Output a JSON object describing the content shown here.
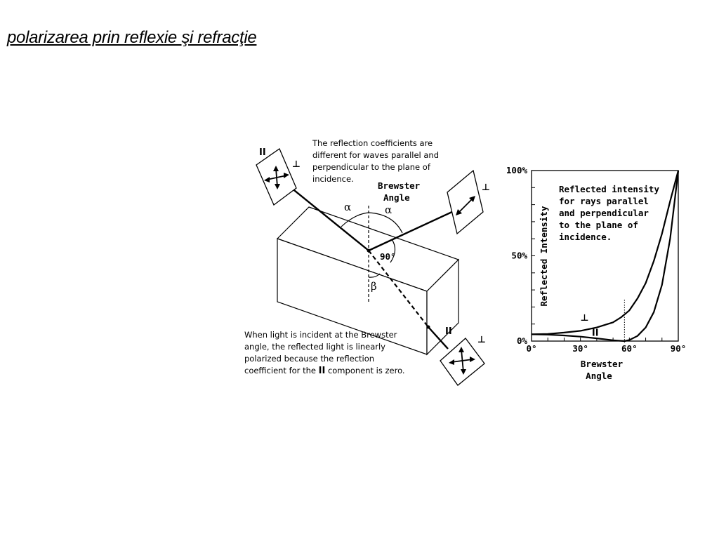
{
  "slide": {
    "title": "polarizarea prin reflexie şi refracţie"
  },
  "diagram": {
    "top_note": [
      "The reflection coefficients are",
      "different for waves parallel and",
      "perpendicular to the plane of",
      "incidence."
    ],
    "bottom_note_line1": "When light is incident at the Brewster",
    "bottom_note_line2": "angle, the reflected light is linearly",
    "bottom_note_line3": "polarized because the reflection",
    "bottom_note_line4a": "coefficient for the ",
    "bottom_note_line4b": "II",
    "bottom_note_line4c": " component is zero.",
    "brewster_label": [
      "Brewster",
      "Angle"
    ],
    "alpha_symbol": "α",
    "beta_symbol": "β",
    "right_angle_label": "90°",
    "parallel_symbol": "II",
    "perpendicular_symbol": "⊥"
  },
  "chart_data": {
    "type": "line",
    "title": "",
    "annotation": [
      "Reflected intensity",
      "for rays parallel",
      "and perpendicular",
      "to the plane of",
      "incidence."
    ],
    "ylabel": "Reflected Intensity",
    "xlabel": "",
    "x_ticks": [
      "0°",
      "30°",
      "60°",
      "90°"
    ],
    "y_ticks": [
      "0%",
      "50%",
      "100%"
    ],
    "xlim": [
      0,
      90
    ],
    "ylim": [
      0,
      100
    ],
    "brewster_angle": 57,
    "brewster_label": [
      "Brewster",
      "Angle"
    ],
    "series": [
      {
        "name": "⊥",
        "x": [
          0,
          10,
          20,
          30,
          40,
          50,
          55,
          60,
          65,
          70,
          75,
          80,
          85,
          90
        ],
        "y": [
          4,
          4.2,
          5,
          6,
          8,
          11,
          14,
          18,
          25,
          34,
          47,
          63,
          82,
          100
        ]
      },
      {
        "name": "II",
        "x": [
          0,
          10,
          20,
          30,
          40,
          50,
          57,
          60,
          65,
          70,
          75,
          80,
          85,
          90
        ],
        "y": [
          4,
          3.8,
          3.3,
          2.6,
          1.6,
          0.5,
          0,
          0.6,
          3,
          8,
          17,
          33,
          60,
          100
        ]
      }
    ]
  }
}
